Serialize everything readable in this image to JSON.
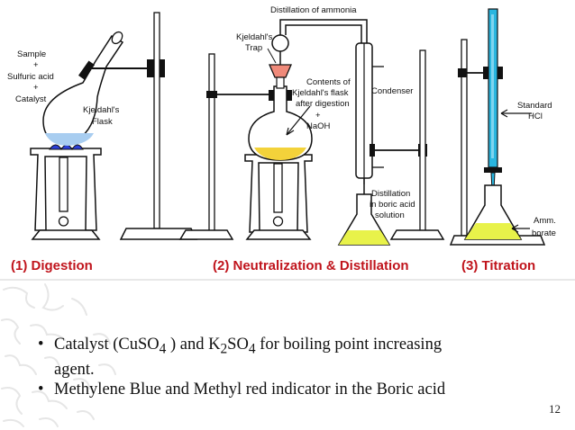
{
  "diagram": {
    "title": "Distillation of ammonia",
    "labels": {
      "sample": "Sample",
      "plus1": "+",
      "sulfuric_acid": "Sulfuric acid",
      "plus2": "+",
      "catalyst": "Catalyst",
      "kjeldahl_flask_1": "Kjeldahl's",
      "kjeldahl_flask_2": "Flask",
      "trap_1": "Kjeldahl's",
      "trap_2": "Trap",
      "contents_1": "Contents of",
      "contents_2": "Kjeldahl's flask",
      "contents_3": "after digestion",
      "contents_4": "+",
      "contents_5": "NaOH",
      "condenser": "Condenser",
      "distillation_1": "Distillation",
      "distillation_2": "in boric acid",
      "distillation_3": "solution",
      "standard_1": "Standard",
      "standard_2": "HCl",
      "amm_1": "Amm.",
      "amm_2": "borate"
    },
    "steps": {
      "digestion": "(1) Digestion",
      "neutralization": "(2) Neutralization & Distillation",
      "titration": "(3) Titration"
    },
    "colors": {
      "step_text": "#c0141c",
      "liquid_blue": "#a8cdf0",
      "liquid_yellow": "#f3d23a",
      "boric_acid": "#e8f24a",
      "flame": "#2b3fd9",
      "trap": "#f08a7a",
      "burette": "#29b6e0"
    }
  },
  "bullets": [
    {
      "pre": "Catalyst (CuSO",
      "sub1": "4",
      "mid1": " ) and K",
      "sub2": "2",
      "mid2": "SO",
      "sub3": "4",
      "post": " for boiling point increasing"
    },
    {
      "text": "agent."
    },
    {
      "text": "Methylene Blue and Methyl red indicator in the Boric acid"
    }
  ],
  "bullet_symbol": "•",
  "slide_number": "12"
}
